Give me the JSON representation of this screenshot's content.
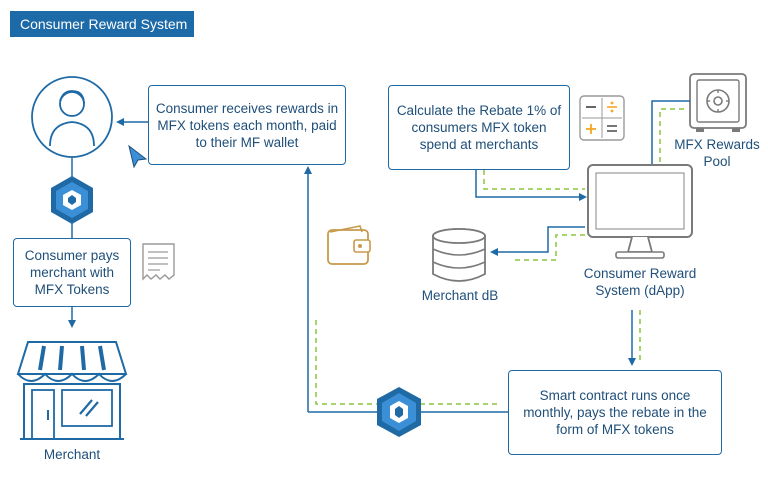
{
  "title": "Consumer Reward System",
  "nodes": {
    "rewards_text": "Consumer receives rewards in MFX tokens each month, paid to their MF wallet",
    "pays_text": "Consumer pays merchant with MFX Tokens",
    "merchant_label": "Merchant",
    "calc_text": "Calculate the Rebate 1% of consumers MFX token spend at merchants",
    "pool_label": "MFX Rewards Pool",
    "merchant_db_label": "Merchant dB",
    "dapp_label": "Consumer Reward System (dApp)",
    "smart_contract_text": "Smart contract runs once monthly, pays the rebate in the form of MFX tokens"
  },
  "icons": [
    "user-icon",
    "mfx-token-icon",
    "receipt-icon",
    "storefront-icon",
    "wallet-icon",
    "calculator-icon",
    "safe-icon",
    "computer-monitor-icon",
    "database-icon",
    "cursor-icon"
  ],
  "colors": {
    "primary": "#1f6aa5",
    "accent_dashed": "#8cc63f",
    "wallet": "#c89a4b",
    "calculator_orange": "#f5a623"
  }
}
